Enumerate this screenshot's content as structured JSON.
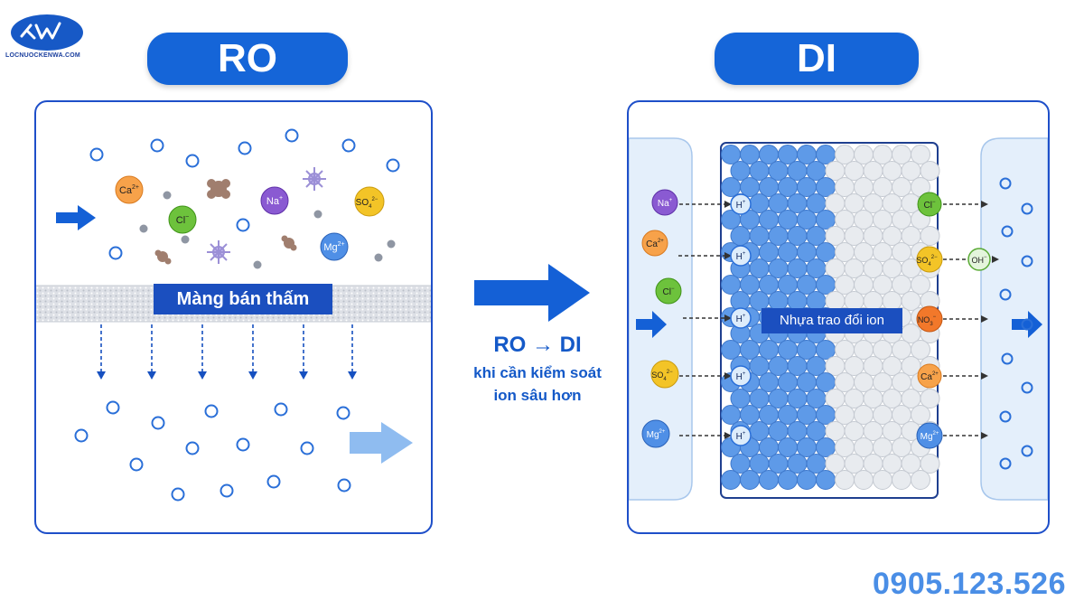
{
  "logo": {
    "text": "LOCNUOCKENWA.COM"
  },
  "ro": {
    "title": "RO",
    "membrane_label": "Màng bán thấm",
    "ions": [
      "Ca2+",
      "Cl-",
      "Na+",
      "SO42-",
      "Mg2+"
    ]
  },
  "middle": {
    "title": "RO → DI",
    "line1": "khi cần kiểm soát",
    "line2": "ion sâu hơn"
  },
  "di": {
    "title": "DI",
    "resin_label": "Nhựa trao đổi ion",
    "inlet_ions": [
      "Na+",
      "Ca2+",
      "Cl-",
      "SO42-",
      "Mg2+"
    ],
    "exchange_ion": "H+",
    "outlet_ions": [
      "Cl-",
      "SO42-",
      "NO3-",
      "Ca2+",
      "Mg2+"
    ],
    "hydroxide": "OH-"
  },
  "phone": "0905.123.526",
  "colors": {
    "primary": "#1565d8",
    "ca": "#f7a24a",
    "cl": "#6dc23c",
    "na": "#8a5ad2",
    "so4": "#f3c427",
    "mg": "#4f8fe6",
    "no3": "#f2782a",
    "resin_blue": "#5e9ae8",
    "resin_white": "#e8ebef"
  }
}
